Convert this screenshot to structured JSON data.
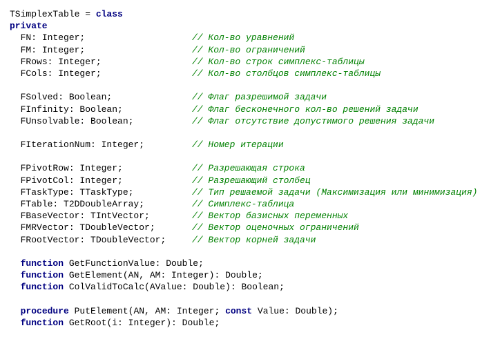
{
  "code_lines": [
    {
      "indent": "",
      "tokens": [
        {
          "text": "TSimplexTable = "
        },
        {
          "text": "class",
          "kw": true
        }
      ]
    },
    {
      "indent": "",
      "tokens": [
        {
          "text": "private",
          "kw": true
        }
      ]
    },
    {
      "indent": "  ",
      "tokens": [
        {
          "text": "FN: Integer;"
        }
      ],
      "comment": "// Кол-во уравнений"
    },
    {
      "indent": "  ",
      "tokens": [
        {
          "text": "FM: Integer;"
        }
      ],
      "comment": "// Кол-во ограничений"
    },
    {
      "indent": "  ",
      "tokens": [
        {
          "text": "FRows: Integer;"
        }
      ],
      "comment": "// Кол-во строк симплекс-таблицы"
    },
    {
      "indent": "  ",
      "tokens": [
        {
          "text": "FCols: Integer;"
        }
      ],
      "comment": "// Кол-во столбцов симплекс-таблицы"
    },
    {
      "indent": "",
      "tokens": []
    },
    {
      "indent": "  ",
      "tokens": [
        {
          "text": "FSolved: Boolean;"
        }
      ],
      "comment": "// Флаг разрешимой задачи"
    },
    {
      "indent": "  ",
      "tokens": [
        {
          "text": "FInfinity: Boolean;"
        }
      ],
      "comment": "// Флаг бесконечного кол-во решений задачи"
    },
    {
      "indent": "  ",
      "tokens": [
        {
          "text": "FUnsolvable: Boolean;"
        }
      ],
      "comment": "// Флаг отсутствие допустимого решения задачи"
    },
    {
      "indent": "",
      "tokens": []
    },
    {
      "indent": "  ",
      "tokens": [
        {
          "text": "FIterationNum: Integer;"
        }
      ],
      "comment": "// Номер итерации"
    },
    {
      "indent": "",
      "tokens": []
    },
    {
      "indent": "  ",
      "tokens": [
        {
          "text": "FPivotRow: Integer;"
        }
      ],
      "comment": "// Разрешающая строка"
    },
    {
      "indent": "  ",
      "tokens": [
        {
          "text": "FPivotCol: Integer;"
        }
      ],
      "comment": "// Разрешающий столбец"
    },
    {
      "indent": "  ",
      "tokens": [
        {
          "text": "FTaskType: TTaskType;"
        }
      ],
      "comment": "// Тип решаемой задачи (Максимизация или минимизация)"
    },
    {
      "indent": "  ",
      "tokens": [
        {
          "text": "FTable: T2DDoubleArray;"
        }
      ],
      "comment": "// Симплекс-таблица"
    },
    {
      "indent": "  ",
      "tokens": [
        {
          "text": "FBaseVector: TIntVector;"
        }
      ],
      "comment": "// Вектор базисных переменных"
    },
    {
      "indent": "  ",
      "tokens": [
        {
          "text": "FMRVector: TDoubleVector;"
        }
      ],
      "comment": "// Вектор оценочных ограничений"
    },
    {
      "indent": "  ",
      "tokens": [
        {
          "text": "FRootVector: TDoubleVector;"
        }
      ],
      "comment": "// Вектор корней задачи"
    },
    {
      "indent": "",
      "tokens": []
    },
    {
      "indent": "  ",
      "tokens": [
        {
          "text": "function",
          "kw": true
        },
        {
          "text": " GetFunctionValue: Double;"
        }
      ]
    },
    {
      "indent": "  ",
      "tokens": [
        {
          "text": "function",
          "kw": true
        },
        {
          "text": " GetElement(AN, AM: Integer): Double;"
        }
      ]
    },
    {
      "indent": "  ",
      "tokens": [
        {
          "text": "function",
          "kw": true
        },
        {
          "text": " ColValidToCalc(AValue: Double): Boolean;"
        }
      ]
    },
    {
      "indent": "",
      "tokens": []
    },
    {
      "indent": "  ",
      "tokens": [
        {
          "text": "procedure",
          "kw": true
        },
        {
          "text": " PutElement(AN, AM: Integer; "
        },
        {
          "text": "const",
          "kw": true
        },
        {
          "text": " Value: Double);"
        }
      ]
    },
    {
      "indent": "  ",
      "tokens": [
        {
          "text": "function",
          "kw": true
        },
        {
          "text": " GetRoot(i: Integer): Double;"
        }
      ]
    }
  ],
  "colors": {
    "keyword": "#000080",
    "comment": "#008000",
    "text": "#000000"
  }
}
